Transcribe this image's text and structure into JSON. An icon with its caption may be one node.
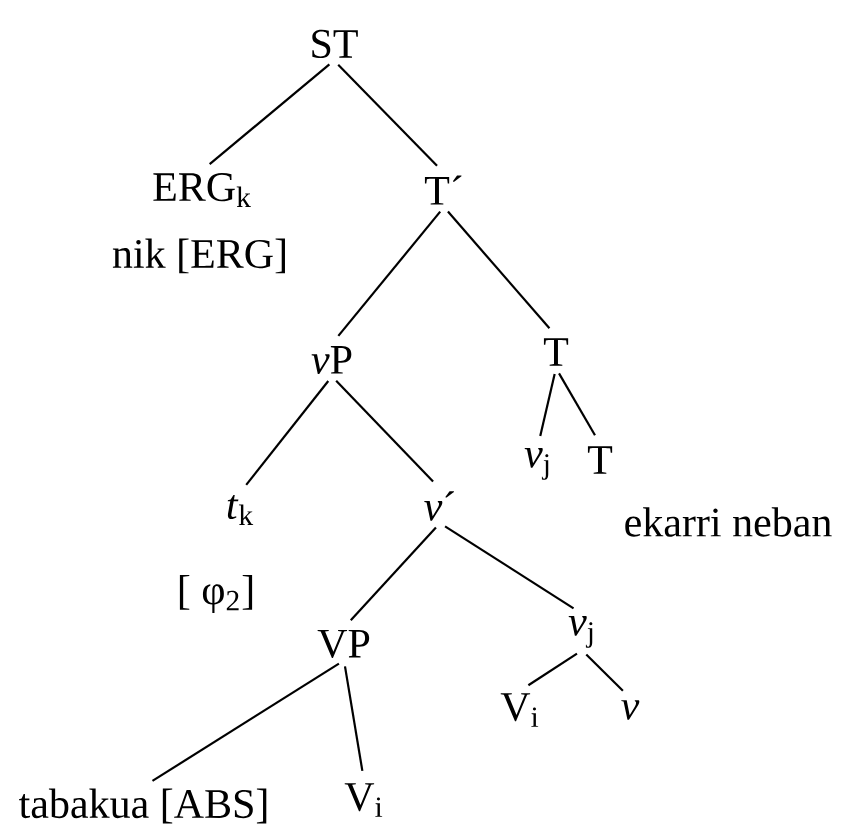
{
  "diagram": {
    "nodes": [
      {
        "text": [
          "ST"
        ]
      },
      {
        "text": [
          "ERG$_{k}$"
        ],
        "beside": [
          "nik [ERG]"
        ]
      },
      {
        "text": [
          "T´"
        ]
      },
      {
        "text": [
          "v",
          "P"
        ]
      },
      {
        "text": [
          "T"
        ]
      },
      {
        "text": [
          "*t*$_{k}$"
        ],
        "beside": [
          "[ φ$_{2}$]"
        ]
      },
      {
        "text": [
          "*v*´"
        ]
      },
      {
        "text": [
          "*v*$_{j}$"
        ]
      },
      {
        "text": [
          "T"
        ],
        "beside": [
          "ekarri neban"
        ]
      },
      {
        "text": [
          "VP"
        ]
      },
      {
        "text": [
          "*v*$_{j}$"
        ]
      },
      {
        "text": [
          "tabakua [ABS]"
        ]
      },
      {
        "text": [
          "V$_{i}$"
        ]
      },
      {
        "text": [
          "V$_{i}$"
        ]
      },
      {
        "text": [
          "v"
        ]
      }
    ],
    "edges": [
      {
        "from": 0,
        "to": 1,
        "arrow": "none"
      },
      {
        "from": 0,
        "to": 2,
        "arrow": "none"
      },
      {
        "from": 2,
        "to": 3,
        "arrow": "none"
      },
      {
        "from": 2,
        "to": 4,
        "arrow": "none"
      },
      {
        "from": 3,
        "to": 5,
        "arrow": "none"
      },
      {
        "from": 3,
        "to": 6,
        "arrow": "none"
      },
      {
        "from": 4,
        "to": 7,
        "arrow": "none"
      },
      {
        "from": 4,
        "to": 8,
        "arrow": "none"
      },
      {
        "from": 6,
        "to": 9,
        "arrow": "none"
      },
      {
        "from": 6,
        "to": 10,
        "arrow": "none"
      },
      {
        "from": 9,
        "to": 11,
        "arrow": "none"
      },
      {
        "from": 9,
        "to": 12,
        "arrow": "none"
      },
      {
        "from": 10,
        "to": 13,
        "arrow": "none"
      },
      {
        "from": 10,
        "to": 14,
        "arrow": "none"
      }
    ]
  }
}
